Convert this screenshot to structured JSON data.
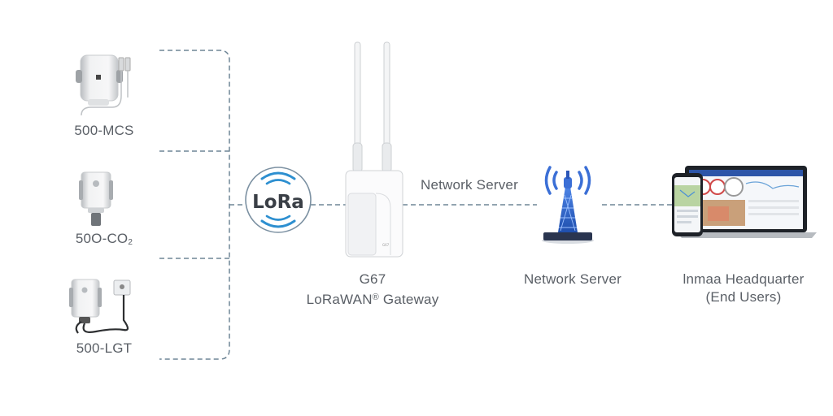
{
  "devices": [
    {
      "label": "500-MCS"
    },
    {
      "label_main": "50O-CO",
      "label_sub": "2"
    },
    {
      "label": "500-LGT"
    }
  ],
  "lora_badge": "LoRa",
  "gateway": {
    "model": "G67",
    "name_main": "LoRaWAN",
    "name_mark": "®",
    "name_rest": " Gateway",
    "badge": "G67"
  },
  "link_label": "Network Server",
  "network_server": {
    "label": "Network Server"
  },
  "headquarter": {
    "line1": "lnmaa Headquarter",
    "line2": "(End Users)"
  },
  "colors": {
    "line": "#6e8596",
    "lora_blue": "#2d8fd0",
    "tower_blue": "#3b6fd6"
  },
  "icons": [
    "door-sensor-icon",
    "co2-sensor-icon",
    "light-sensor-icon",
    "gateway-icon",
    "tower-icon",
    "laptop-icon",
    "phone-icon"
  ]
}
